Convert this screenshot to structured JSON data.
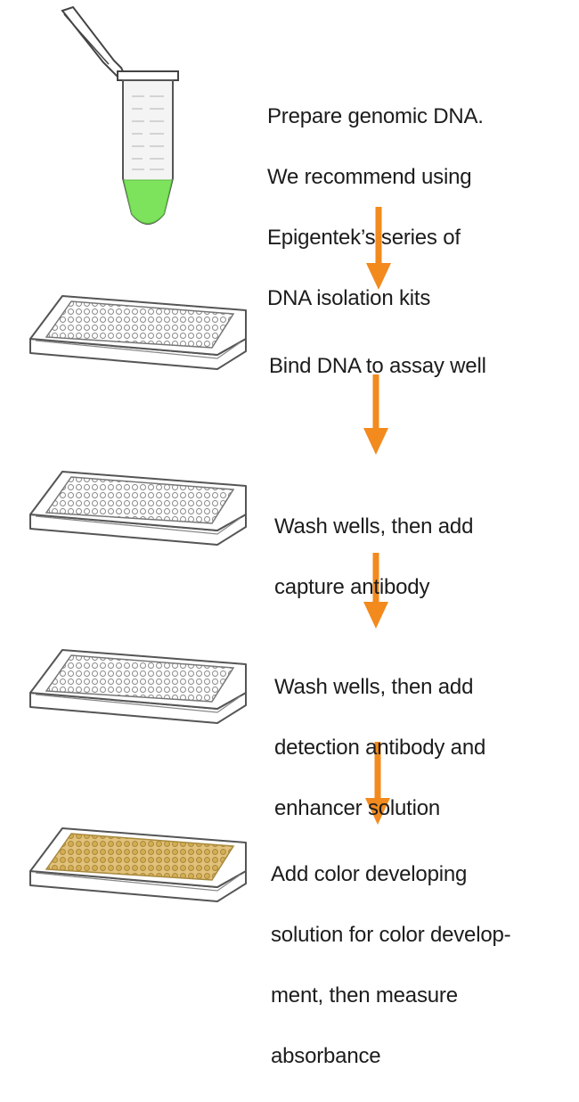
{
  "colors": {
    "arrow": "#f28a1e",
    "tube_liquid": "#7ee35c",
    "plate_outline": "#555555",
    "plate_wells": "#9a9a9a",
    "plate_wells_colored": "#d4ad52",
    "text": "#1c1c1c"
  },
  "icons": {
    "tube": "microcentrifuge-tube-icon",
    "plate": "assay-plate-icon",
    "arrow": "down-arrow-icon"
  },
  "steps": [
    {
      "icon": "tube",
      "lines": [
        "Prepare genomic DNA.",
        "We recommend using",
        "Epigentek’s series of",
        "DNA isolation kits"
      ]
    },
    {
      "icon": "plate",
      "wells": "plain",
      "lines": [
        "Bind DNA to assay well"
      ]
    },
    {
      "icon": "plate",
      "wells": "plain",
      "lines": [
        "Wash wells, then add",
        "capture antibody"
      ]
    },
    {
      "icon": "plate",
      "wells": "plain",
      "lines": [
        "Wash wells, then add",
        "detection antibody and",
        "enhancer solution"
      ]
    },
    {
      "icon": "plate",
      "wells": "colored",
      "lines": [
        "Add color developing",
        "solution for color develop-",
        "ment, then measure",
        "absorbance"
      ]
    }
  ]
}
